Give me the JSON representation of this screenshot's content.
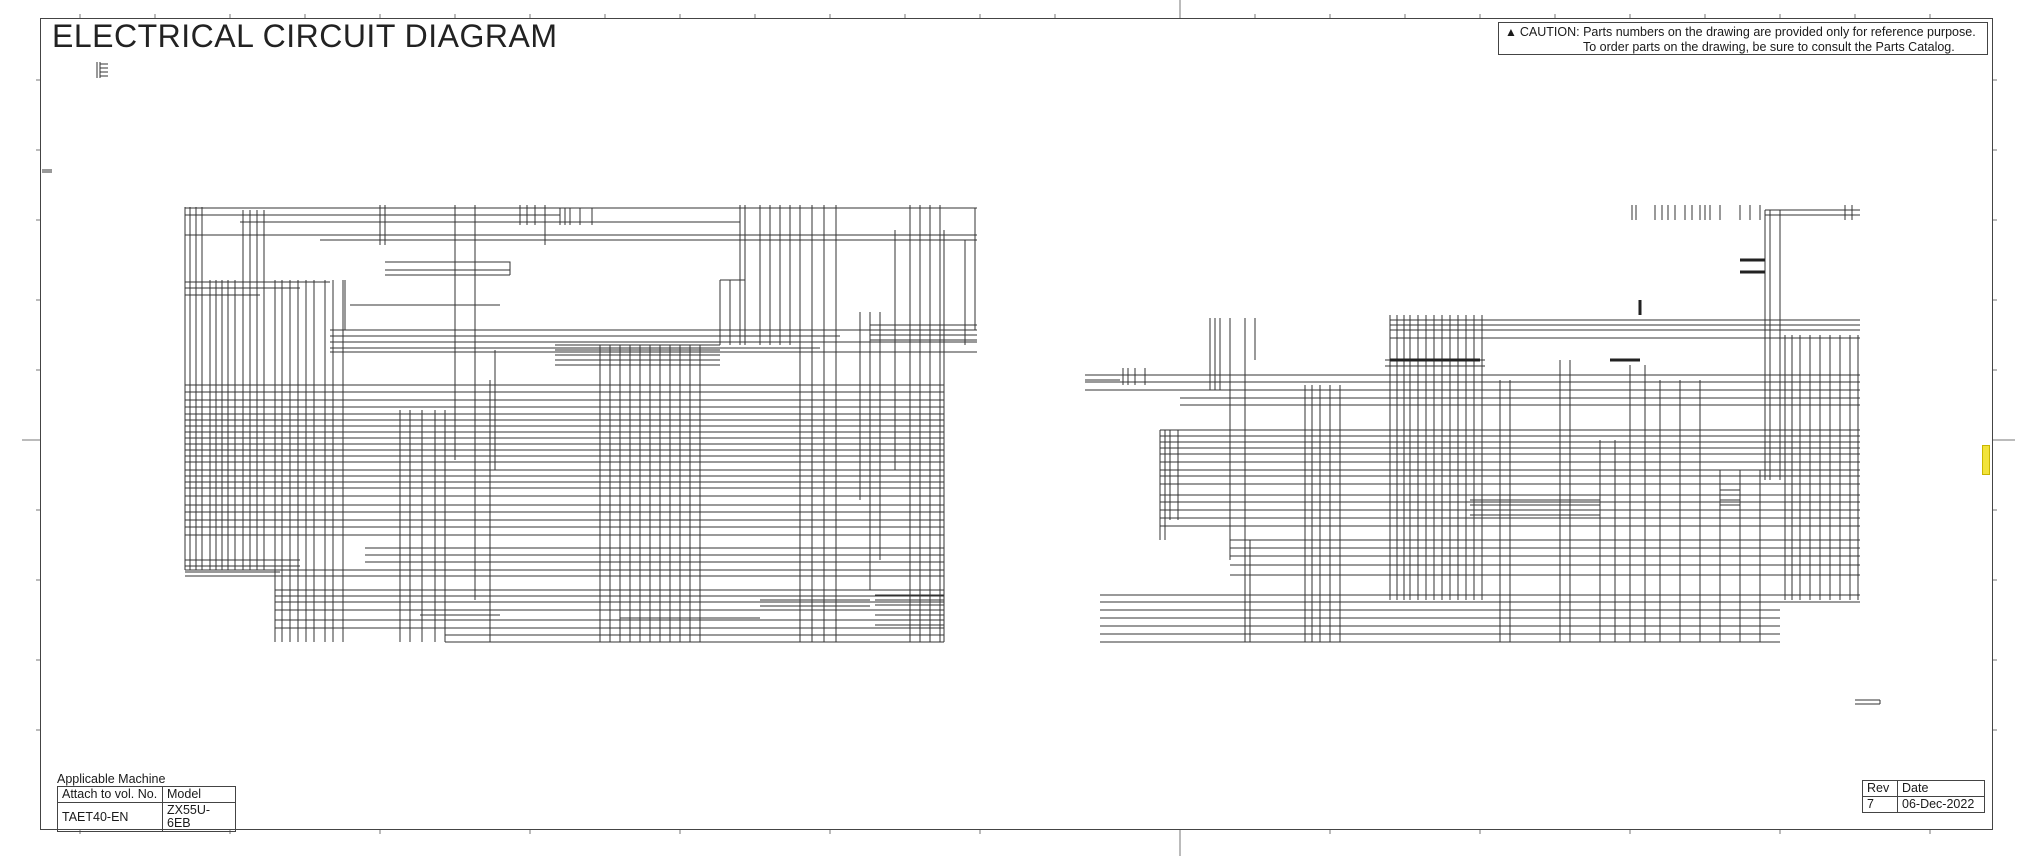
{
  "header": {
    "title": "ELECTRICAL CIRCUIT DIAGRAM",
    "caution_icon": "warning-triangle-icon",
    "caution_line1": "CAUTION: Parts numbers on the drawing are provided only for reference purpose.",
    "caution_line2": "To order parts on the drawing, be sure to consult the Parts Catalog."
  },
  "applicable_machine": {
    "label": "Applicable Machine",
    "headers": [
      "Attach to vol. No.",
      "Model"
    ],
    "values": [
      "TAET40-EN",
      "ZX55U-6EB"
    ]
  },
  "revision": {
    "headers": [
      "Rev",
      "Date"
    ],
    "values": [
      "7",
      "06-Dec-2022"
    ]
  },
  "colors": {
    "line": "#333333",
    "border": "#444444",
    "marker": "#f2e33a"
  }
}
